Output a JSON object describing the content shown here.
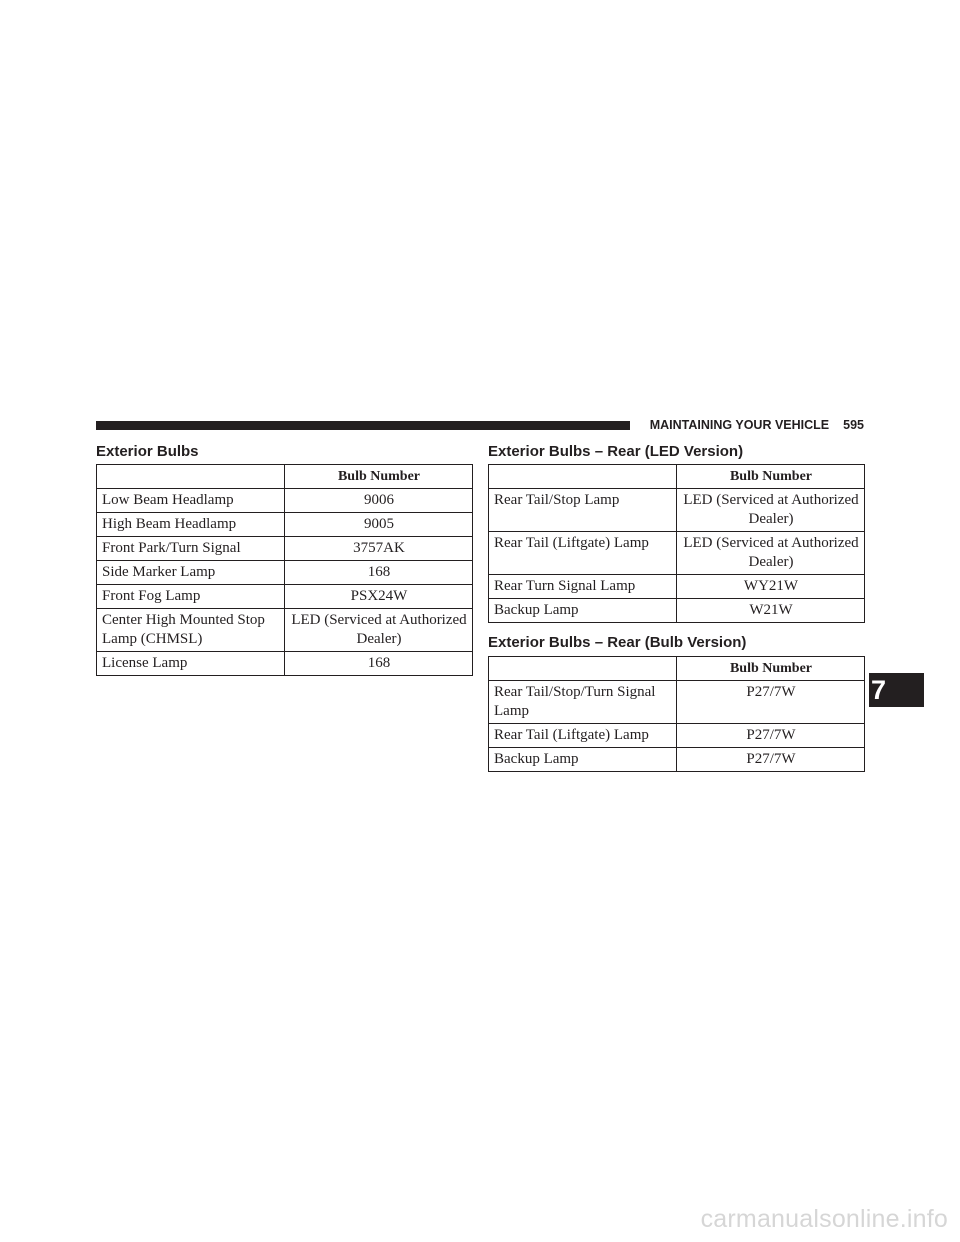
{
  "header": {
    "section_title": "MAINTAINING YOUR VEHICLE",
    "page_number": "595"
  },
  "chapter_tab": "7",
  "tables": {
    "exterior": {
      "title": "Exterior Bulbs",
      "column_header": "Bulb Number",
      "rows": [
        {
          "name": "Low Beam Headlamp",
          "value": "9006"
        },
        {
          "name": "High Beam Headlamp",
          "value": "9005"
        },
        {
          "name": "Front Park/Turn Signal",
          "value": "3757AK"
        },
        {
          "name": "Side Marker Lamp",
          "value": "168"
        },
        {
          "name": "Front Fog Lamp",
          "value": "PSX24W"
        },
        {
          "name": "Center High Mounted Stop Lamp (CHMSL)",
          "value": "LED (Serviced at Authorized Dealer)"
        },
        {
          "name": "License Lamp",
          "value": "168"
        }
      ]
    },
    "rear_led": {
      "title": "Exterior Bulbs – Rear (LED Version)",
      "column_header": "Bulb Number",
      "rows": [
        {
          "name": "Rear Tail/Stop Lamp",
          "value": "LED (Serviced at Authorized Dealer)"
        },
        {
          "name": "Rear Tail (Liftgate) Lamp",
          "value": "LED (Serviced at Authorized Dealer)"
        },
        {
          "name": "Rear Turn Signal Lamp",
          "value": "WY21W"
        },
        {
          "name": "Backup Lamp",
          "value": "W21W"
        }
      ]
    },
    "rear_bulb": {
      "title": "Exterior Bulbs – Rear (Bulb Version)",
      "column_header": "Bulb Number",
      "rows": [
        {
          "name": "Rear Tail/Stop/Turn Signal Lamp",
          "value": "P27/7W"
        },
        {
          "name": "Rear Tail (Liftgate) Lamp",
          "value": "P27/7W"
        },
        {
          "name": "Backup Lamp",
          "value": "P27/7W"
        }
      ]
    }
  },
  "watermark": "carmanualsonline.info"
}
